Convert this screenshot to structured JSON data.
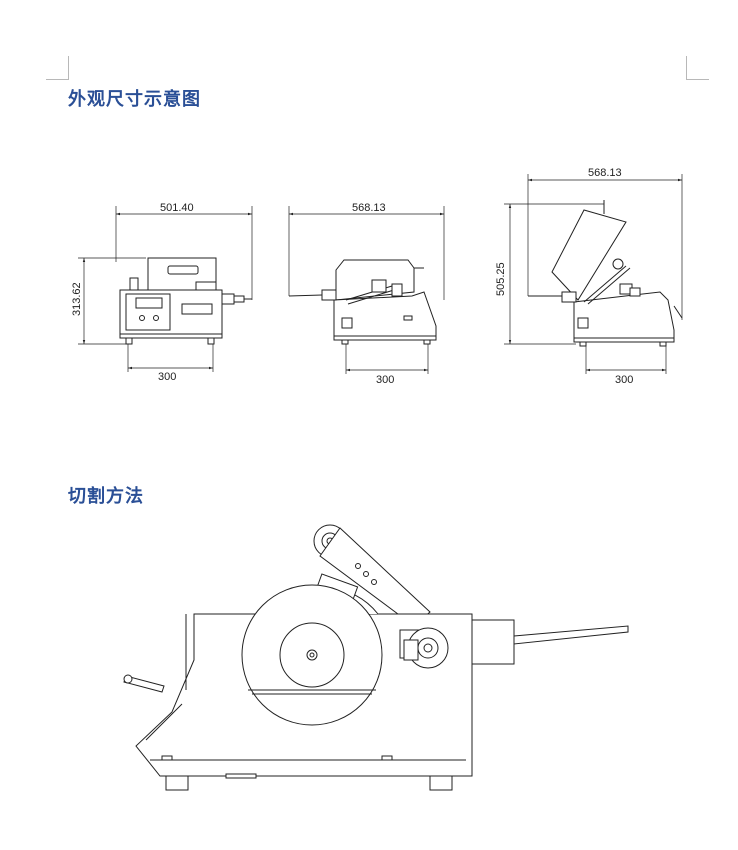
{
  "section1": {
    "title": "外观尺寸示意图"
  },
  "section2": {
    "title": "切割方法"
  },
  "views": {
    "front": {
      "width": "501.40",
      "height": "313.62",
      "base": "300"
    },
    "side": {
      "width": "568.13",
      "base": "300"
    },
    "open": {
      "width": "568.13",
      "height": "505.25",
      "base": "300"
    }
  }
}
